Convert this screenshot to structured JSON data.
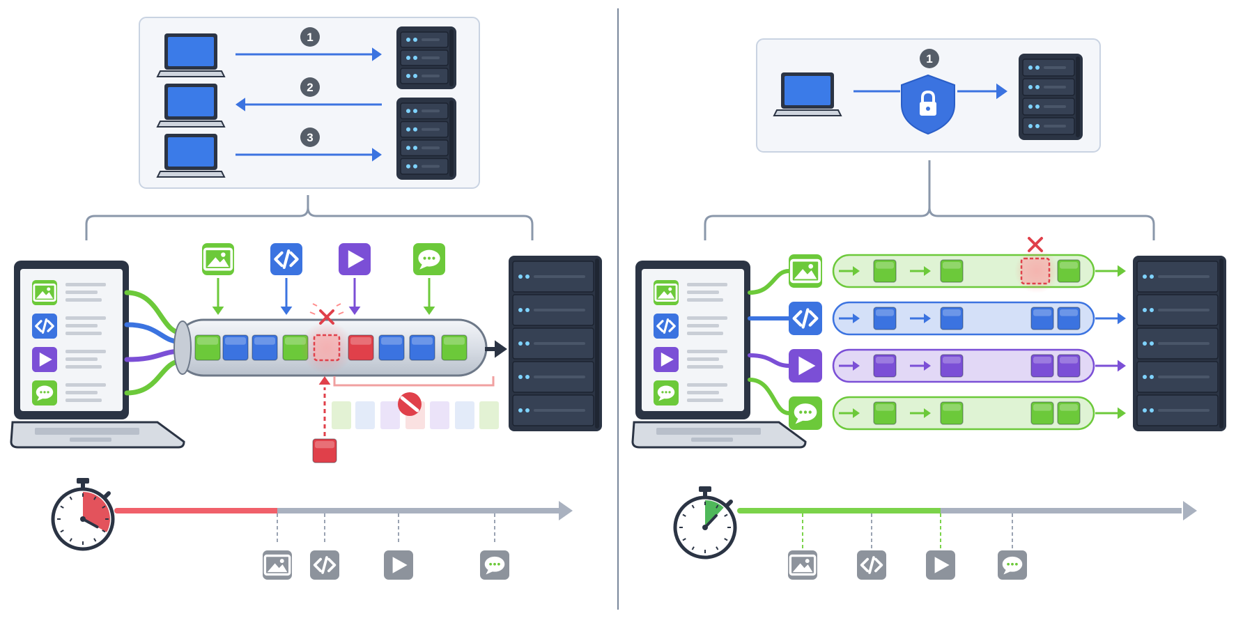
{
  "diagram": {
    "left_panel": {
      "handshake_steps": [
        "1",
        "2",
        "3"
      ],
      "streams": [
        "image",
        "code",
        "video",
        "chat"
      ],
      "packet_sequence": [
        "green",
        "blue",
        "blue",
        "green",
        "lost",
        "red",
        "blue",
        "blue",
        "green"
      ],
      "blocked_queue_colors": [
        "#dcefc9",
        "#dce6f7",
        "#e6dcf7",
        "#f9d9d9",
        "#e6dcf7",
        "#dce6f7",
        "#dcefc9"
      ],
      "timer_elapsed_fraction": 0.33,
      "timeline_markers": [
        "image-icon",
        "code-icon",
        "video-icon",
        "chat-icon"
      ]
    },
    "right_panel": {
      "handshake_steps": [
        "1"
      ],
      "streams": [
        {
          "type": "image",
          "color": "#6cc93a",
          "packets": 4,
          "lost_index": 2
        },
        {
          "type": "code",
          "color": "#3b73e0",
          "packets": 4,
          "lost_index": null
        },
        {
          "type": "video",
          "color": "#7b4fd6",
          "packets": 4,
          "lost_index": null
        },
        {
          "type": "chat",
          "color": "#6cc93a",
          "packets": 4,
          "lost_index": null
        }
      ],
      "timer_elapsed_fraction": 0.12,
      "timeline_markers": [
        "image-icon",
        "code-icon",
        "video-icon",
        "chat-icon"
      ]
    },
    "colors": {
      "green": "#6cc93a",
      "blue": "#3b73e0",
      "purple": "#7b4fd6",
      "red": "#e0404a",
      "server": "#2b3444",
      "panel_bg": "#f4f6fa",
      "panel_border": "#c9d3e2",
      "bracket": "#8a97aa",
      "timeline_gray": "#a9b1bf"
    }
  }
}
